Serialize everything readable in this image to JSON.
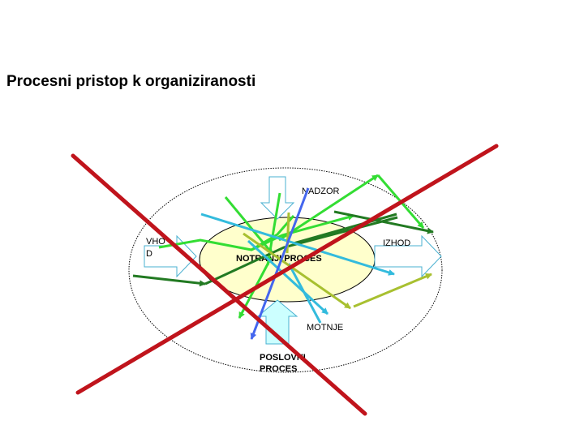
{
  "slide": {
    "title": "Procesni pristop k organiziranosti"
  },
  "diagram": {
    "labels": {
      "control": "NADZOR",
      "input_line1": "VHO",
      "input_line2": "D",
      "output": "IZHOD",
      "inner_process": "NOTRANJI PROCES",
      "disturbances": "MOTNJE",
      "business_process_line1": "POSLOVNI",
      "business_process_line2": "PROCES"
    },
    "colors": {
      "cross": "#c0141c",
      "arrow_fill": "#ccffff",
      "arrow_stroke": "#4ab0d0",
      "inner_ellipse": "#ffffcc",
      "green_bright": "#33dd33",
      "green_dark": "#227a22",
      "cyan": "#33bbdd",
      "olive": "#a8c030",
      "blue": "#4466ee"
    }
  }
}
